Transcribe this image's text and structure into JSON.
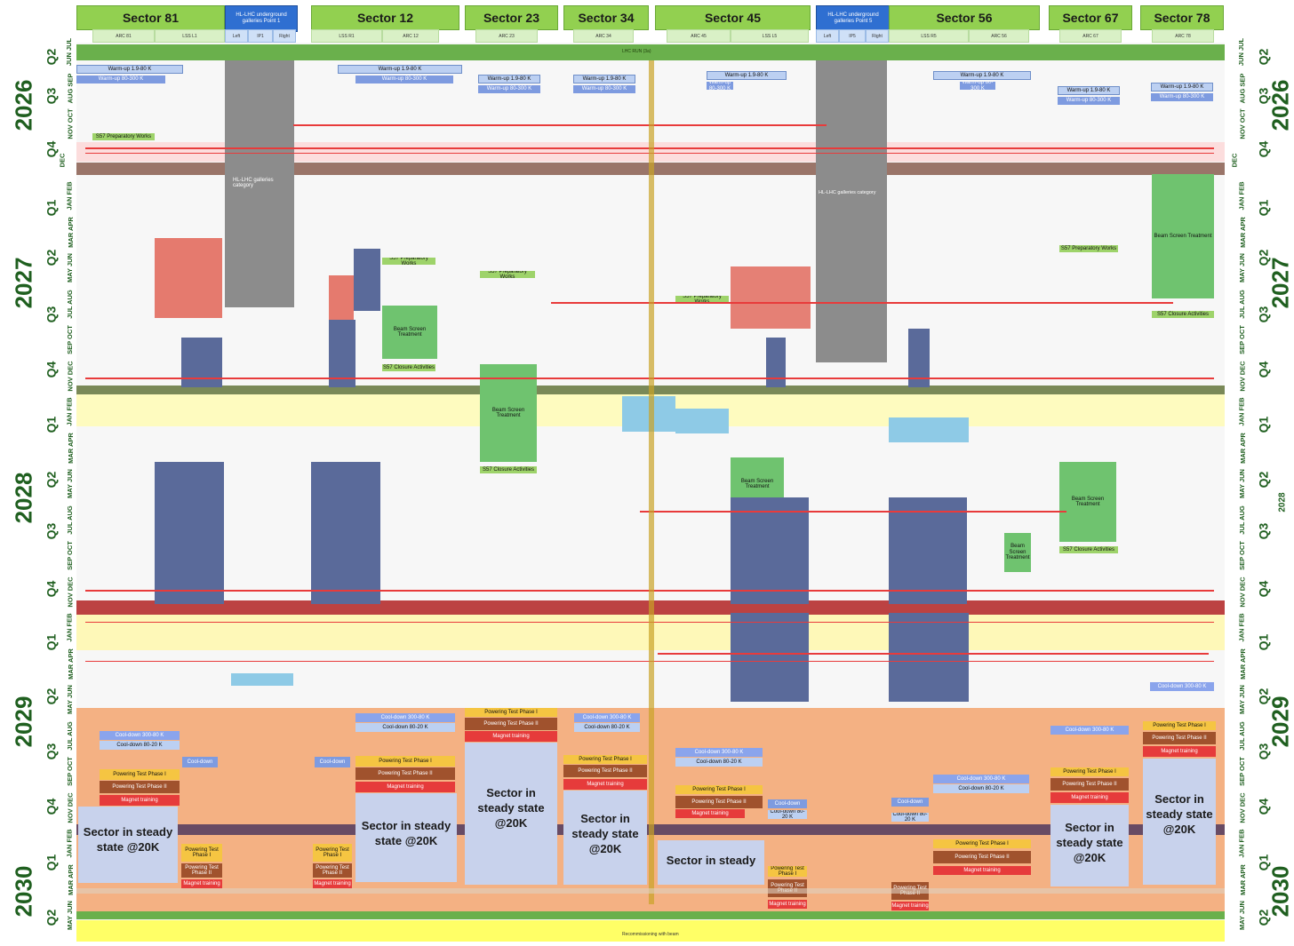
{
  "sectors": [
    {
      "label": "Sector 81",
      "subs": [
        "",
        "ARC 81",
        "LSS L1"
      ],
      "steady": "Sector in steady state @20K",
      "kind": "sector"
    },
    {
      "label": "HL-LHC underground galleries Point 1",
      "subs": [
        "Left",
        "IP1",
        "Right"
      ],
      "kind": "gallery"
    },
    {
      "label": "Sector 12",
      "subs": [
        "LSS R1",
        "ARC 12"
      ],
      "steady": "Sector in steady state @20K",
      "kind": "sector"
    },
    {
      "label": "Sector 23",
      "subs": [
        "ARC 23"
      ],
      "steady": "Sector in steady state @20K",
      "kind": "sector"
    },
    {
      "label": "Sector 34",
      "subs": [
        "ARC 34"
      ],
      "steady": "Sector in steady state @20K",
      "kind": "sector"
    },
    {
      "label": "Sector 45",
      "subs": [
        "ARC 45",
        "LSS L5"
      ],
      "steady": "Sector in steady",
      "kind": "sector"
    },
    {
      "label": "HL-LHC underground galleries Point 5",
      "subs": [
        "Left",
        "IP5",
        "Right"
      ],
      "kind": "gallery"
    },
    {
      "label": "Sector 56",
      "subs": [
        "LSS R5",
        "ARC 56"
      ],
      "steady": "",
      "kind": "sector"
    },
    {
      "label": "Sector 67",
      "subs": [
        "ARC 67"
      ],
      "steady": "Sector in steady state @20K",
      "kind": "sector"
    },
    {
      "label": "Sector 78",
      "subs": [
        "ARC 78"
      ],
      "steady": "Sector in steady state @20K",
      "kind": "sector"
    }
  ],
  "years": {
    "left": [
      "2026",
      "2027",
      "2028",
      "2029",
      "2030"
    ],
    "right": [
      "2026",
      "2027",
      "2028",
      "2029",
      "2030"
    ]
  },
  "quarters_left": [
    "Q2",
    "Q3",
    "Q4",
    "Q1",
    "Q2",
    "Q3",
    "Q4",
    "Q1",
    "Q2",
    "Q3",
    "Q4",
    "Q1",
    "Q2",
    "Q3",
    "Q4",
    "Q1",
    "Q2"
  ],
  "months": [
    [
      "JUN",
      "JUL"
    ],
    [
      "AUG",
      "SEP"
    ],
    [
      "NOV",
      "OCT"
    ],
    [
      "DEC"
    ],
    [
      "JAN",
      "FEB"
    ],
    [
      "MAR",
      "APR"
    ],
    [
      "MAY",
      "JUN"
    ],
    [
      "JUL",
      "AUG"
    ],
    [
      "SEP",
      "OCT"
    ],
    [
      "NOV",
      "DEC"
    ],
    [
      "JAN",
      "FEB"
    ],
    [
      "MAR",
      "APR"
    ],
    [
      "MAY",
      "JUN"
    ],
    [
      "JUL",
      "AUG"
    ],
    [
      "SEP",
      "OCT"
    ],
    [
      "NOV",
      "DEC"
    ],
    [
      "JAN",
      "FEB"
    ],
    [
      "MAR",
      "APR"
    ],
    [
      "MAY",
      "JUN"
    ],
    [
      "JUL",
      "AUG"
    ],
    [
      "SEP",
      "OCT"
    ],
    [
      "NOV",
      "DEC"
    ],
    [
      "JAN",
      "FEB"
    ],
    [
      "MAR",
      "APR"
    ],
    [
      "MAY",
      "JUN"
    ]
  ],
  "tasks": {
    "top_bar": "LHC RUN (3a)",
    "galleries_category": "HL-LHC galleries category",
    "warmup_1": "Warm-up 1.9-80 K",
    "warmup_2": "Warm-up 80-300 K",
    "s57_prep": "S57 Preparatory Works",
    "s57_closure": "S57 Closure Activities",
    "beam_screen": "Beam Screen Treatment",
    "cooldown_300": "Cool-down 300-80 K",
    "cooldown_80": "Cool-down 80-20 K",
    "ptp1": "Powering Test Phase I",
    "ptp2": "Powering Test Phase II",
    "magnet_training": "Magnet training",
    "cooldown_short": "Cool-down",
    "cooldown_80_short": "Cool-down 80-20 K",
    "bottom_bar": "Recommissioning with beam"
  },
  "colors": {
    "sector_green": "#92d050",
    "gallery_blue": "#2f6fd1",
    "steady_blue": "#c8d2ec",
    "orange_band": "#f4b183",
    "yellow_band": "#ffff66",
    "year_text": "#1f5f1f"
  }
}
